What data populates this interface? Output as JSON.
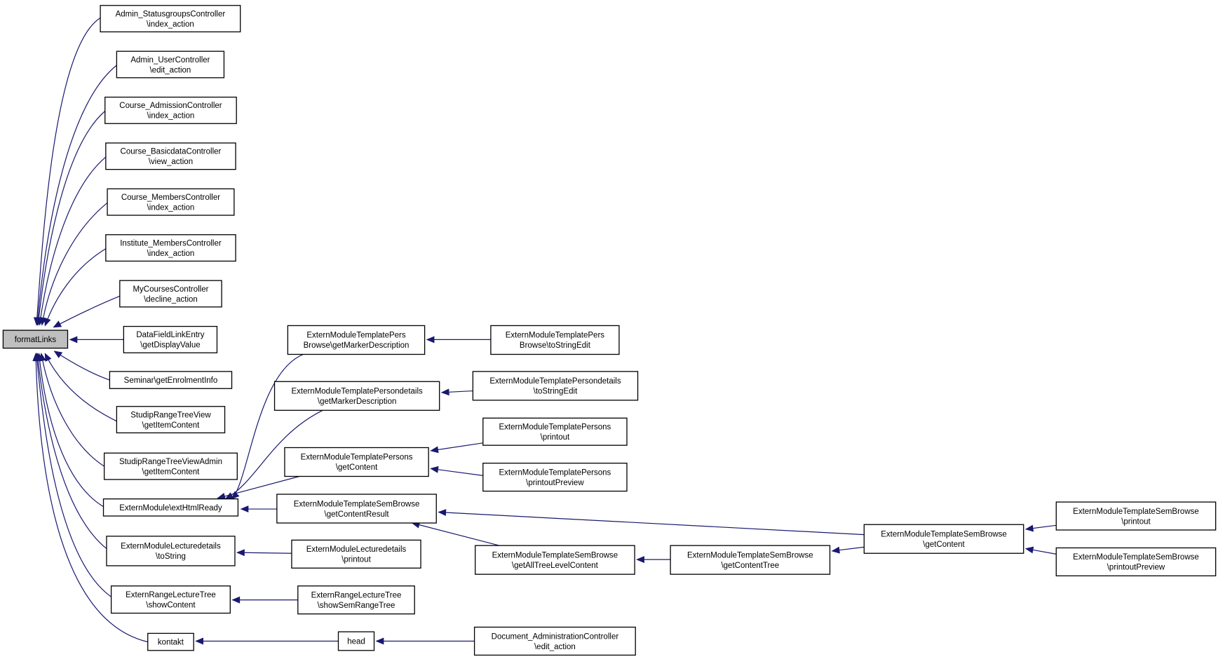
{
  "diagram": {
    "title": "",
    "nodes": [
      {
        "id": "formatLinks",
        "lines": [
          "formatLinks"
        ],
        "root": true
      },
      {
        "id": "n1",
        "lines": [
          "Admin_StatusgroupsController",
          "\\index_action"
        ]
      },
      {
        "id": "n2",
        "lines": [
          "Admin_UserController",
          "\\edit_action"
        ]
      },
      {
        "id": "n3",
        "lines": [
          "Course_AdmissionController",
          "\\index_action"
        ]
      },
      {
        "id": "n4",
        "lines": [
          "Course_BasicdataController",
          "\\view_action"
        ]
      },
      {
        "id": "n5",
        "lines": [
          "Course_MembersController",
          "\\index_action"
        ]
      },
      {
        "id": "n6",
        "lines": [
          "Institute_MembersController",
          "\\index_action"
        ]
      },
      {
        "id": "n7",
        "lines": [
          "MyCoursesController",
          "\\decline_action"
        ]
      },
      {
        "id": "n8",
        "lines": [
          "DataFieldLinkEntry",
          "\\getDisplayValue"
        ]
      },
      {
        "id": "n9",
        "lines": [
          "Seminar\\getEnrolmentInfo"
        ]
      },
      {
        "id": "n10",
        "lines": [
          "StudipRangeTreeView",
          "\\getItemContent"
        ]
      },
      {
        "id": "n11",
        "lines": [
          "StudipRangeTreeViewAdmin",
          "\\getItemContent"
        ]
      },
      {
        "id": "n12",
        "lines": [
          "ExternModule\\extHtmlReady"
        ]
      },
      {
        "id": "n13",
        "lines": [
          "ExternModuleLecturedetails",
          "\\toString"
        ]
      },
      {
        "id": "n14",
        "lines": [
          "ExternRangeLectureTree",
          "\\showContent"
        ]
      },
      {
        "id": "n15",
        "lines": [
          "kontakt"
        ]
      },
      {
        "id": "p1",
        "lines": [
          "ExternModuleTemplatePers",
          "Browse\\getMarkerDescription"
        ]
      },
      {
        "id": "p2",
        "lines": [
          "ExternModuleTemplatePersondetails",
          "\\getMarkerDescription"
        ]
      },
      {
        "id": "p3",
        "lines": [
          "ExternModuleTemplatePersons",
          "\\getContent"
        ]
      },
      {
        "id": "p4",
        "lines": [
          "ExternModuleTemplateSemBrowse",
          "\\getContentResult"
        ]
      },
      {
        "id": "p5",
        "lines": [
          "ExternModuleLecturedetails",
          "\\printout"
        ]
      },
      {
        "id": "p6",
        "lines": [
          "ExternRangeLectureTree",
          "\\showSemRangeTree"
        ]
      },
      {
        "id": "p7",
        "lines": [
          "head"
        ]
      },
      {
        "id": "q1",
        "lines": [
          "ExternModuleTemplatePers",
          "Browse\\toStringEdit"
        ]
      },
      {
        "id": "q2",
        "lines": [
          "ExternModuleTemplatePersondetails",
          "\\toStringEdit"
        ]
      },
      {
        "id": "q3",
        "lines": [
          "ExternModuleTemplatePersons",
          "\\printout"
        ]
      },
      {
        "id": "q4",
        "lines": [
          "ExternModuleTemplatePersons",
          "\\printoutPreview"
        ]
      },
      {
        "id": "q5",
        "lines": [
          "ExternModuleTemplateSemBrowse",
          "\\getAllTreeLevelContent"
        ]
      },
      {
        "id": "q6",
        "lines": [
          "Document_AdministrationController",
          "\\edit_action"
        ]
      },
      {
        "id": "r1",
        "lines": [
          "ExternModuleTemplateSemBrowse",
          "\\getContentTree"
        ]
      },
      {
        "id": "s1",
        "lines": [
          "ExternModuleTemplateSemBrowse",
          "\\getContent"
        ]
      },
      {
        "id": "t1",
        "lines": [
          "ExternModuleTemplateSemBrowse",
          "\\printout"
        ]
      },
      {
        "id": "t2",
        "lines": [
          "ExternModuleTemplateSemBrowse",
          "\\printoutPreview"
        ]
      }
    ],
    "edges": [
      {
        "from": "n1",
        "to": "formatLinks"
      },
      {
        "from": "n2",
        "to": "formatLinks"
      },
      {
        "from": "n3",
        "to": "formatLinks"
      },
      {
        "from": "n4",
        "to": "formatLinks"
      },
      {
        "from": "n5",
        "to": "formatLinks"
      },
      {
        "from": "n6",
        "to": "formatLinks"
      },
      {
        "from": "n7",
        "to": "formatLinks"
      },
      {
        "from": "n8",
        "to": "formatLinks"
      },
      {
        "from": "n9",
        "to": "formatLinks"
      },
      {
        "from": "n10",
        "to": "formatLinks"
      },
      {
        "from": "n11",
        "to": "formatLinks"
      },
      {
        "from": "n12",
        "to": "formatLinks"
      },
      {
        "from": "n13",
        "to": "formatLinks"
      },
      {
        "from": "n14",
        "to": "formatLinks"
      },
      {
        "from": "n15",
        "to": "formatLinks"
      },
      {
        "from": "p1",
        "to": "n12"
      },
      {
        "from": "p2",
        "to": "n12"
      },
      {
        "from": "p3",
        "to": "n12"
      },
      {
        "from": "p4",
        "to": "n12"
      },
      {
        "from": "p5",
        "to": "n13"
      },
      {
        "from": "p6",
        "to": "n14"
      },
      {
        "from": "p7",
        "to": "n15"
      },
      {
        "from": "q1",
        "to": "p1"
      },
      {
        "from": "q2",
        "to": "p2"
      },
      {
        "from": "q3",
        "to": "p3"
      },
      {
        "from": "q4",
        "to": "p3"
      },
      {
        "from": "q5",
        "to": "p4"
      },
      {
        "from": "s1",
        "to": "p4"
      },
      {
        "from": "q6",
        "to": "p7"
      },
      {
        "from": "r1",
        "to": "q5"
      },
      {
        "from": "s1",
        "to": "r1"
      },
      {
        "from": "t1",
        "to": "s1"
      },
      {
        "from": "t2",
        "to": "s1"
      }
    ]
  },
  "colors": {
    "edge": "#191970",
    "node_border": "#000000",
    "node_fill": "#ffffff",
    "root_fill": "#bfbfbf",
    "background": "#ffffff"
  }
}
